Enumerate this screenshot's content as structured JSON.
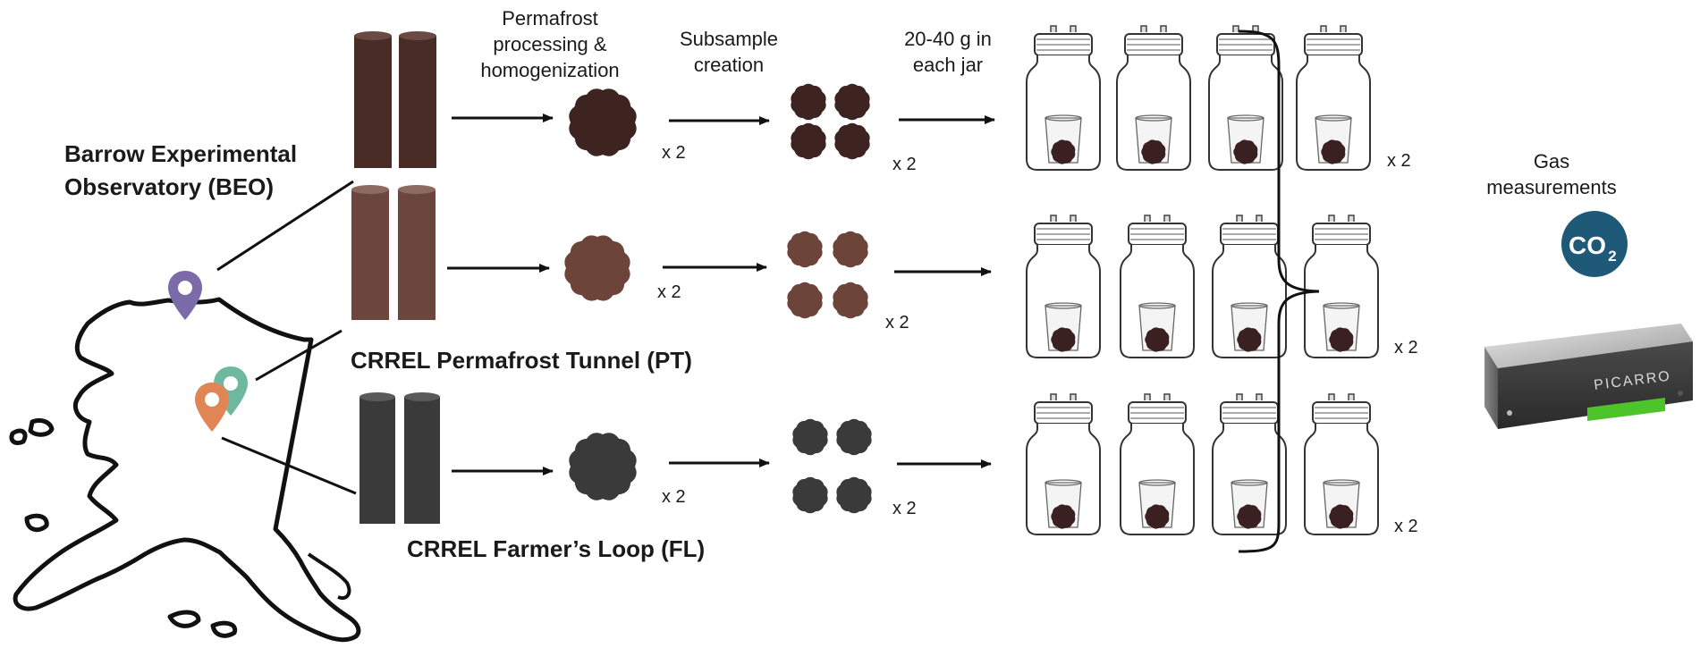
{
  "sites": [
    {
      "label_line1": "Barrow Experimental",
      "label_line2": "Observatory (BEO)",
      "color": "#7b6ba8",
      "core_color": "#4a2c26",
      "sample_color": "#3d2421"
    },
    {
      "label": "CRREL Permafrost Tunnel (PT)",
      "color": "#6fb8a0",
      "core_color": "#6b463d",
      "sample_color": "#6d4439"
    },
    {
      "label": "CRREL Farmer’s Loop (FL)",
      "color": "#e08656",
      "core_color": "#3a3a3a",
      "sample_color": "#3a3a3a"
    }
  ],
  "steps": {
    "processing_line1": "Permafrost",
    "processing_line2": "processing &",
    "processing_line3": "homogenization",
    "subsample_line1": "Subsample",
    "subsample_line2": "creation",
    "jar_line1": "20-40 g in",
    "jar_line2": "each jar"
  },
  "multiplier": "x 2",
  "gas": {
    "label_line1": "Gas",
    "label_line2": "measurements",
    "co2_main": "CO",
    "co2_sub": "2",
    "co2_color": "#1e5a78"
  },
  "analyzer": {
    "brand": "PICARRO",
    "accent": "#4cc42a"
  }
}
